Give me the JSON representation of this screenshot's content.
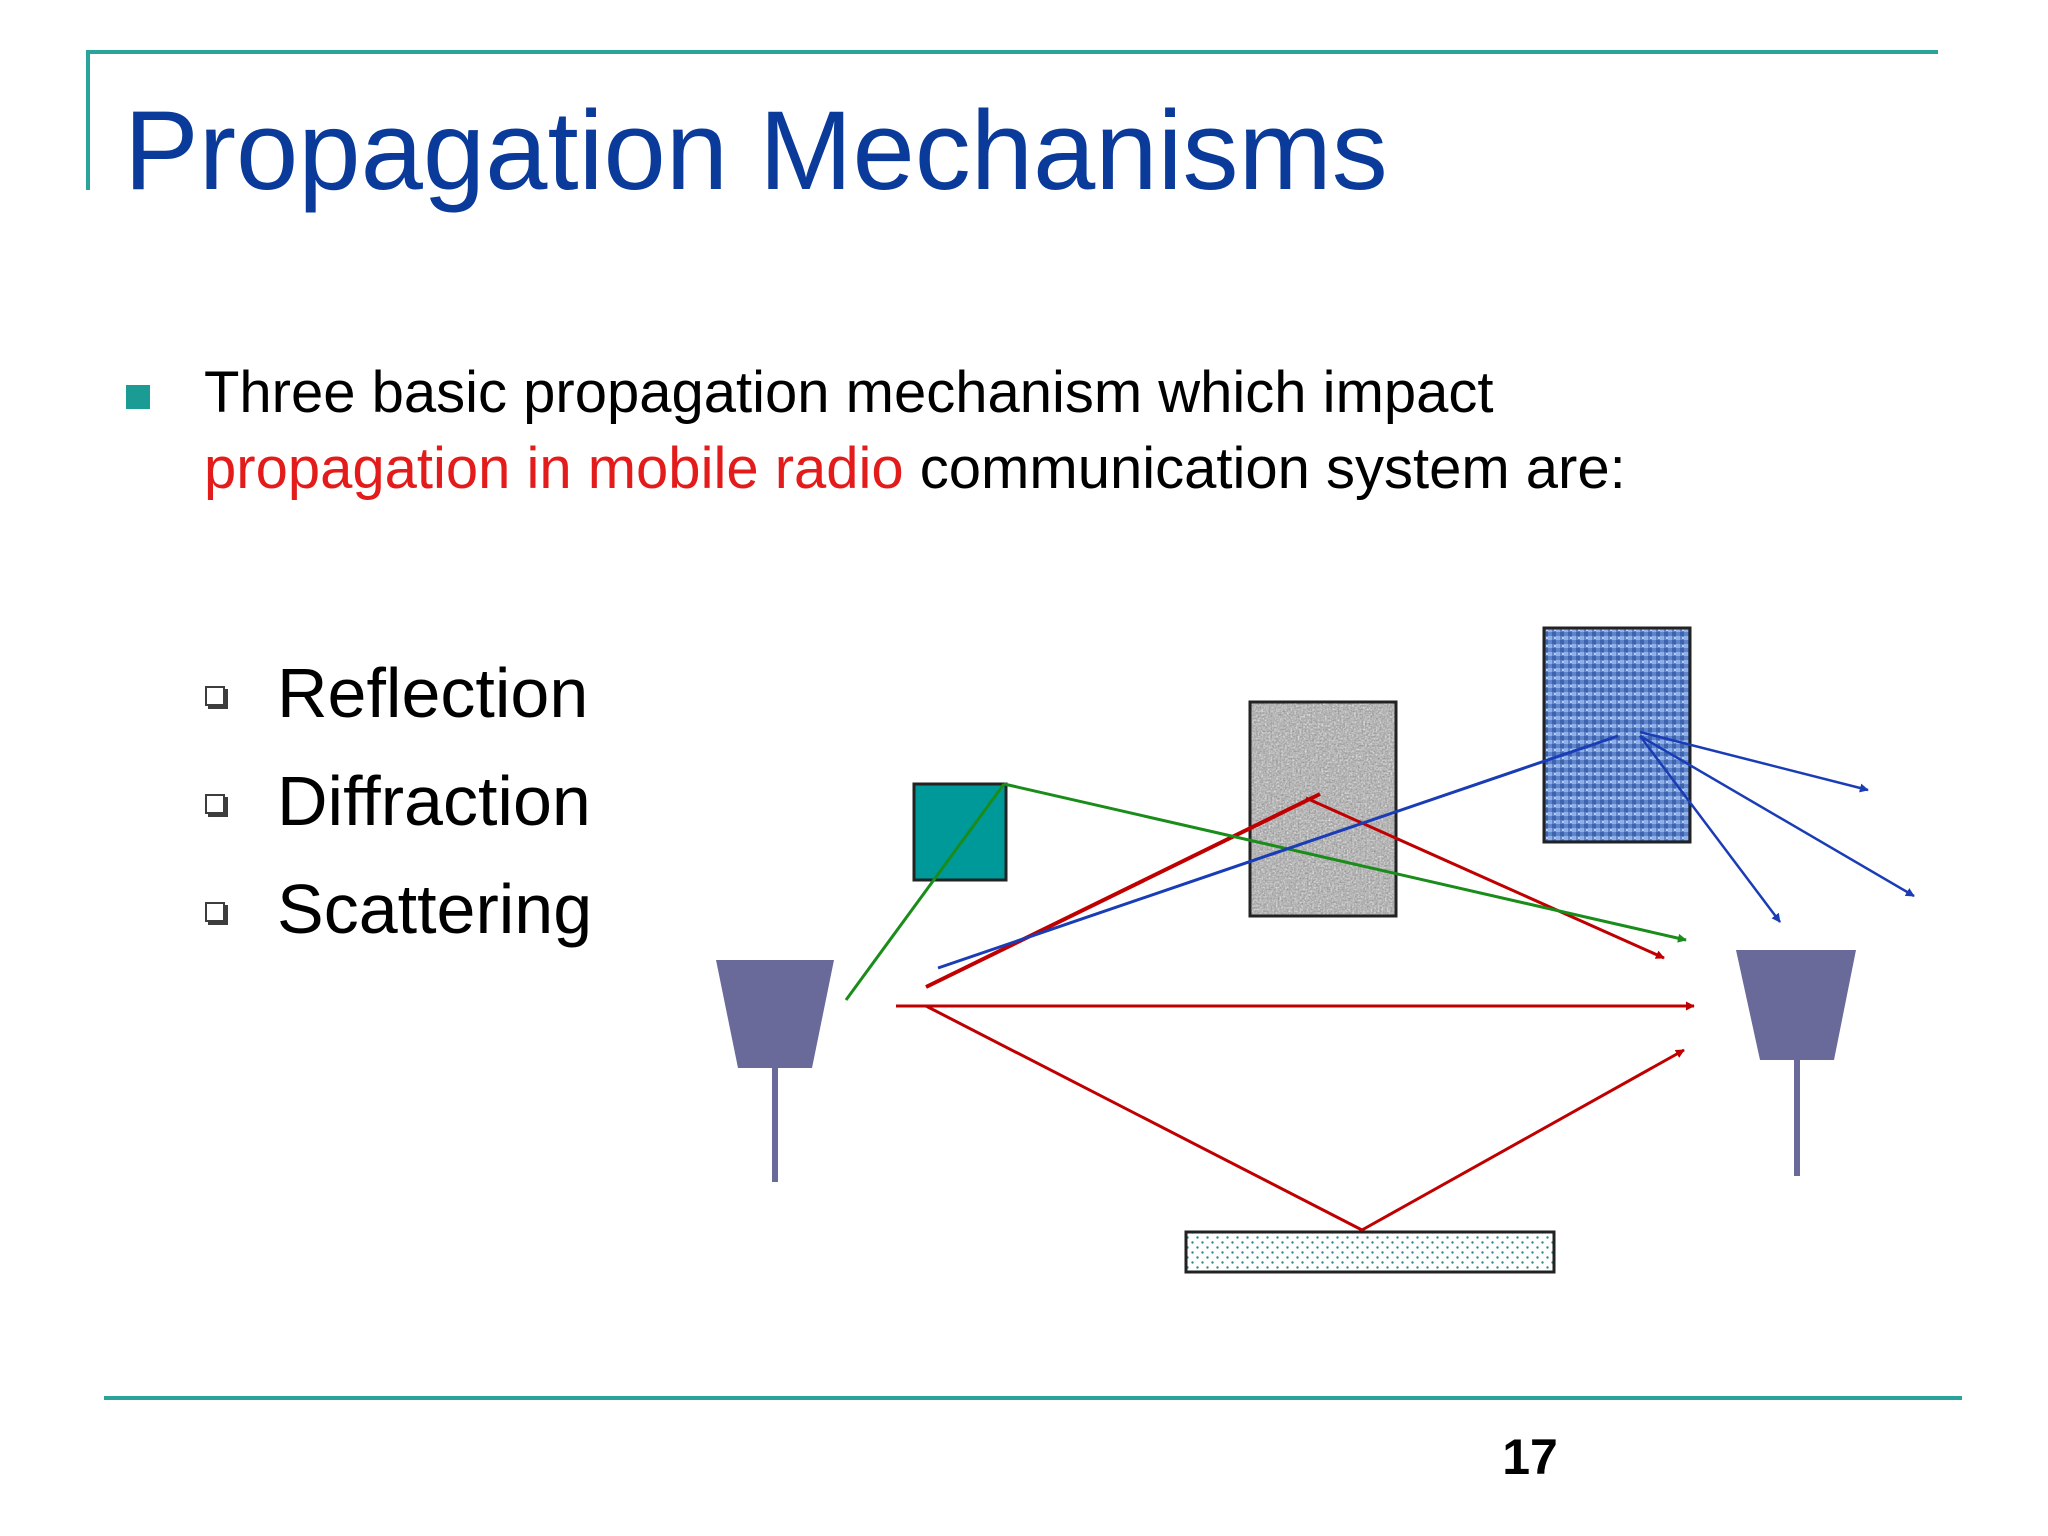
{
  "title": "Propagation Mechanisms",
  "bullet": {
    "text_before": "Three basic propagation mechanism which impact",
    "highlight": "propagation in mobile radio",
    "text_after": " communication system are:"
  },
  "mechanisms": [
    "Reflection",
    "Diffraction",
    "Scattering"
  ],
  "page_number": "17",
  "colors": {
    "title": "#0a3a9a",
    "accent_line": "#2aa39b",
    "highlight_text": "#e31b1b",
    "antenna": "#69699a",
    "reflection_ray": "#c00000",
    "diffraction_ray": "#1a8c1a",
    "scattering_ray": "#1a3cb5",
    "diffraction_obstacle": "#009999"
  }
}
